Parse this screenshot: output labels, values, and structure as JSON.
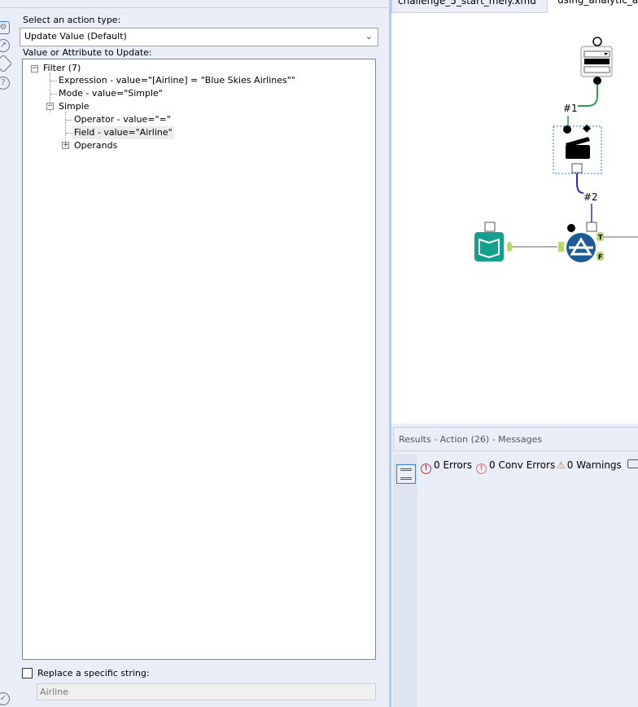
{
  "config": {
    "action_type_label": "Select an action type:",
    "action_type_value": "Update Value (Default)",
    "value_label": "Value or Attribute to Update:",
    "tree": {
      "filter": "Filter (7)",
      "expression": "Expression - value=\"[Airline] = \"Blue Skies Airlines\"\"",
      "mode": "Mode - value=\"Simple\"",
      "simple": "Simple",
      "operator": "Operator - value=\"=\"",
      "field": "Field - value=\"Airline\"",
      "operands": "Operands"
    },
    "replace_label": "Replace a specific string:",
    "replace_checked": false,
    "replace_value": "Airline"
  },
  "tabs": [
    {
      "label": "challenge_5_start_mely.xmd"
    },
    {
      "label": "using_analytic_apps"
    }
  ],
  "canvas": {
    "conn1": "#1",
    "conn2": "#2",
    "anchor_t": "T",
    "anchor_f": "F",
    "connection_colors": {
      "conn1": "#2e9e4e",
      "conn2": "#2a2ad0"
    }
  },
  "results": {
    "title": "Results - Action (26) - Messages",
    "errors": "0 Errors",
    "conv_errors": "0 Conv Errors",
    "warnings": "0 Warnings"
  }
}
